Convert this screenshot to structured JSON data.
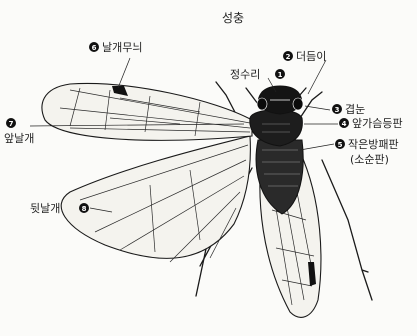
{
  "diagram": {
    "title": "성충",
    "labels": [
      {
        "num": "6",
        "text": "날개무늬"
      },
      {
        "num": "2",
        "text": "더듬이"
      },
      {
        "num": "1",
        "text": "정수리"
      },
      {
        "num": "7",
        "text": "앞날개"
      },
      {
        "num": "3",
        "text": "겹눈"
      },
      {
        "num": "4",
        "text": "앞가슴등판"
      },
      {
        "num": "5",
        "text": "작은방패판",
        "subtext": "(소순판)"
      },
      {
        "num": "8",
        "text": "뒷날개"
      }
    ]
  }
}
